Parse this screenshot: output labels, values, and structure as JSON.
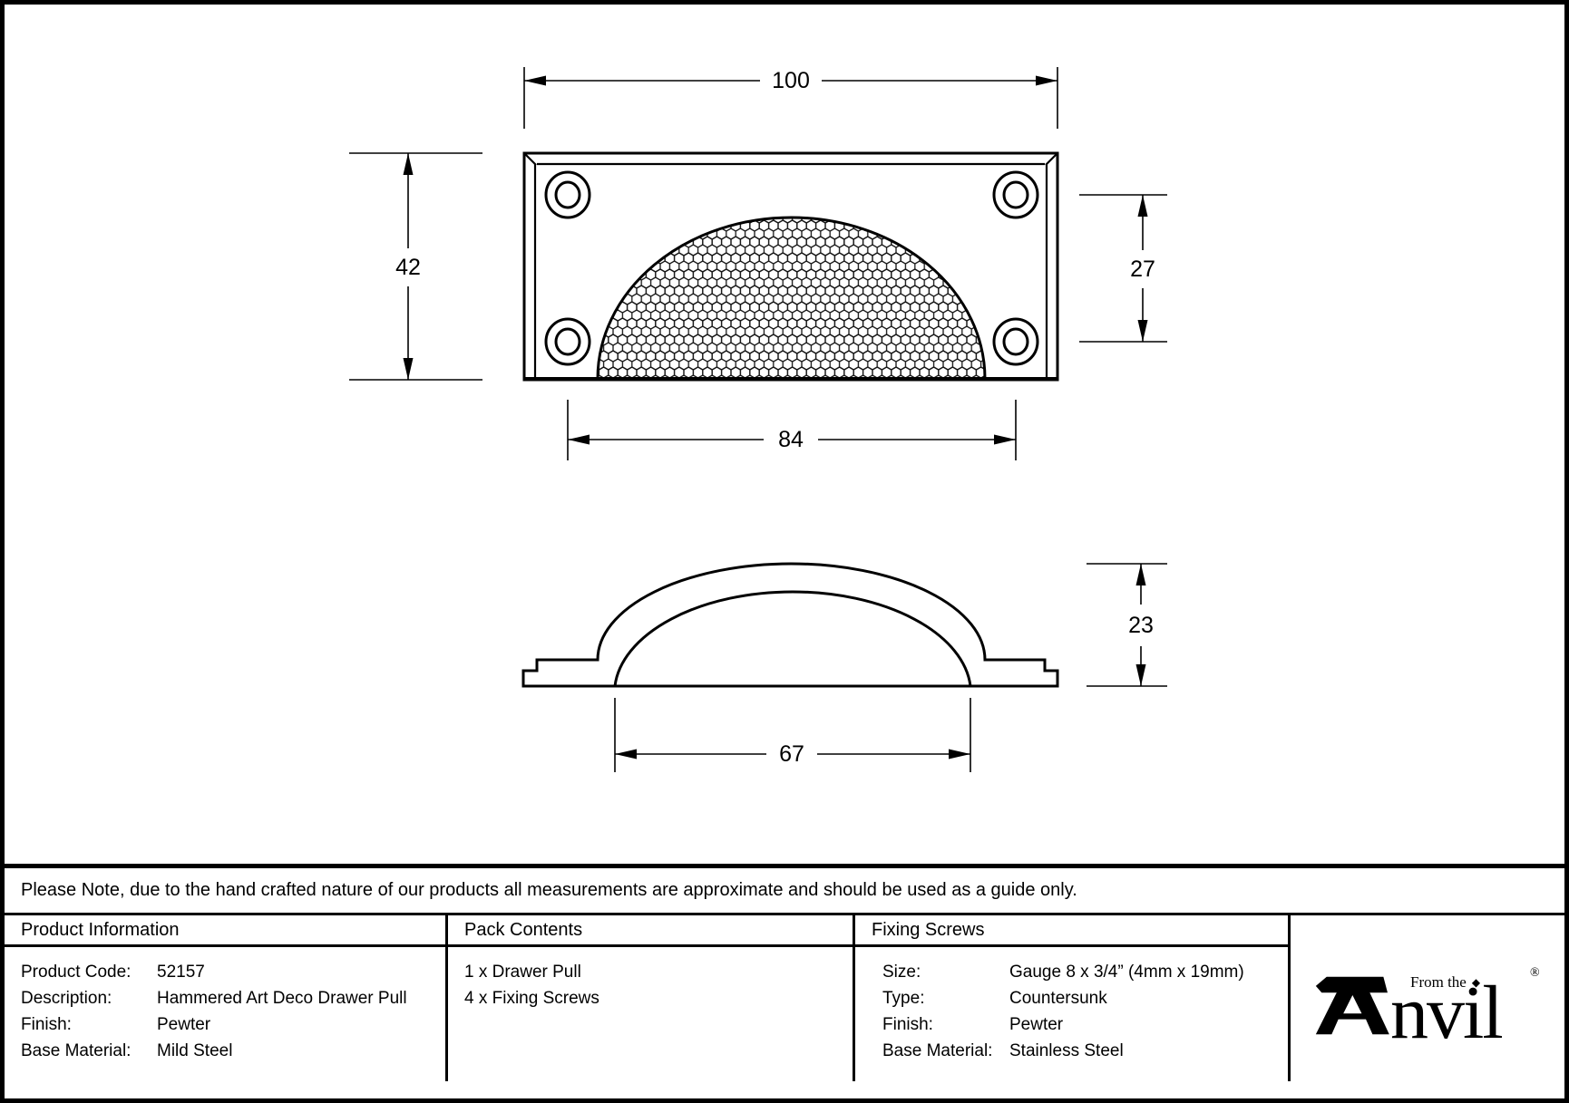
{
  "drawing": {
    "front_view": {
      "dim_width": "100",
      "dim_height": "42",
      "dim_hole_spacing": "27",
      "dim_cup_width": "84"
    },
    "side_view": {
      "dim_height": "23",
      "dim_cup_base": "67"
    }
  },
  "note": "Please Note, due to the hand crafted nature of our products all measurements are approximate and should be used as a guide only.",
  "table": {
    "product_information": {
      "header": "Product Information",
      "rows": [
        {
          "label": "Product Code:",
          "value": "52157"
        },
        {
          "label": "Description:",
          "value": "Hammered Art Deco Drawer Pull"
        },
        {
          "label": "Finish:",
          "value": "Pewter"
        },
        {
          "label": "Base Material:",
          "value": "Mild Steel"
        }
      ]
    },
    "pack_contents": {
      "header": "Pack Contents",
      "items": [
        "1 x Drawer Pull",
        "4 x Fixing Screws"
      ]
    },
    "fixing_screws": {
      "header": "Fixing Screws",
      "rows": [
        {
          "label": "Size:",
          "value": "Gauge 8 x 3/4” (4mm x 19mm)"
        },
        {
          "label": "Type:",
          "value": "Countersunk"
        },
        {
          "label": "Finish:",
          "value": "Pewter"
        },
        {
          "label": "Base Material:",
          "value": "Stainless Steel"
        }
      ]
    },
    "logo": {
      "prefix": "From the",
      "separator": "◆",
      "brand_suffix": "nvil",
      "registered": "®"
    }
  },
  "colors": {
    "ink": "#000000",
    "paper": "#ffffff"
  }
}
